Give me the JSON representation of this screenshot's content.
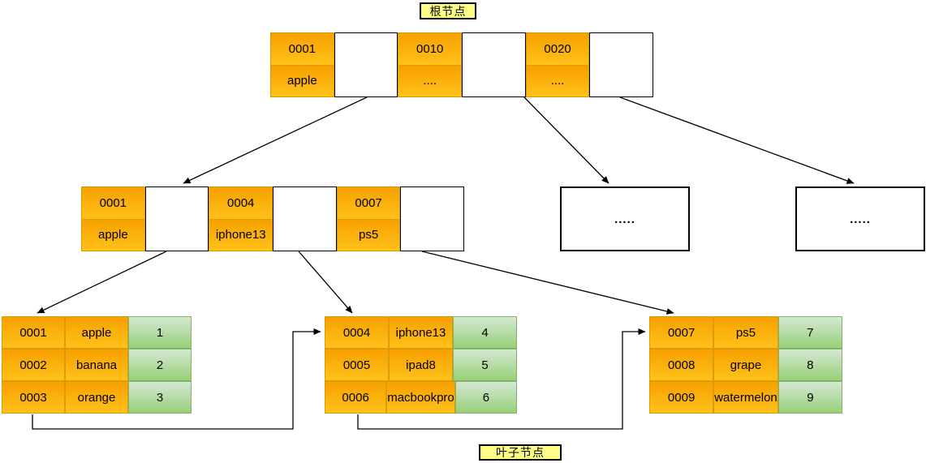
{
  "labels": {
    "root": "根节点",
    "leaf": "叶子节点"
  },
  "root_node": {
    "cells": [
      {
        "type": "key",
        "key": "0001",
        "value": "apple"
      },
      {
        "type": "pointer"
      },
      {
        "type": "key",
        "key": "0010",
        "value": "...."
      },
      {
        "type": "pointer"
      },
      {
        "type": "key",
        "key": "0020",
        "value": "...."
      },
      {
        "type": "pointer"
      }
    ]
  },
  "internal_node": {
    "cells": [
      {
        "type": "key",
        "key": "0001",
        "value": "apple"
      },
      {
        "type": "pointer"
      },
      {
        "type": "key",
        "key": "0004",
        "value": "iphone13"
      },
      {
        "type": "pointer"
      },
      {
        "type": "key",
        "key": "0007",
        "value": "ps5"
      },
      {
        "type": "pointer"
      }
    ]
  },
  "collapsed_nodes": [
    {
      "text": "....."
    },
    {
      "text": "....."
    }
  ],
  "leaf_tables": [
    {
      "rows": [
        [
          "0001",
          "apple",
          "1"
        ],
        [
          "0002",
          "banana",
          "2"
        ],
        [
          "0003",
          "orange",
          "3"
        ]
      ]
    },
    {
      "rows": [
        [
          "0004",
          "iphone13",
          "4"
        ],
        [
          "0005",
          "ipad8",
          "5"
        ],
        [
          "0006",
          "macbookpro",
          "6"
        ]
      ]
    },
    {
      "rows": [
        [
          "0007",
          "ps5",
          "7"
        ],
        [
          "0008",
          "grape",
          "8"
        ],
        [
          "0009",
          "watermelon",
          "9"
        ]
      ]
    }
  ],
  "colors": {
    "key_cell_top": "#f7a000",
    "key_cell_bottom": "#ffc21a",
    "value_cell_top": "#d5e8d4",
    "value_cell_bottom": "#97d077",
    "label_bg": "#ffff88",
    "edge": "#000000"
  }
}
